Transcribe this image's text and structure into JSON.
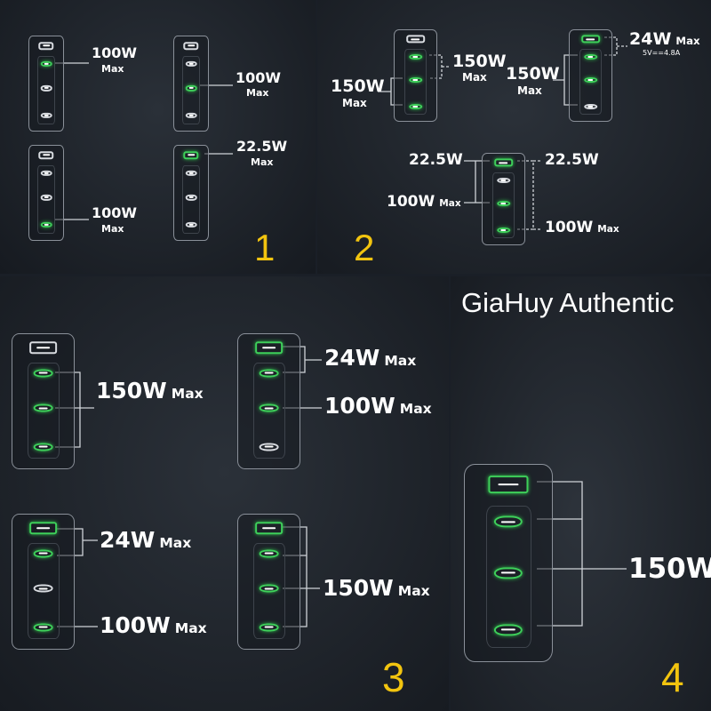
{
  "panels": {
    "p1": {
      "number": "1",
      "c1": {
        "ports": [
          false,
          true,
          false,
          false
        ],
        "label": "100W",
        "max": "Max"
      },
      "c2": {
        "ports": [
          false,
          false,
          true,
          false
        ],
        "label": "100W",
        "max": "Max"
      },
      "c3": {
        "ports": [
          false,
          false,
          false,
          true
        ],
        "label": "100W",
        "max": "Max"
      },
      "c4": {
        "ports": [
          true,
          false,
          false,
          false
        ],
        "label": "22.5W",
        "max": "Max"
      }
    },
    "p2": {
      "number": "2",
      "c1": {
        "ports": [
          false,
          true,
          true,
          true
        ],
        "label_right": "150W",
        "max_right": "Max",
        "label_left": "150W",
        "max_left": "Max"
      },
      "c2": {
        "ports": [
          true,
          true,
          true,
          false
        ],
        "label_top": "24W",
        "max_top": "Max",
        "sub_top": "5V==4.8A",
        "label_left": "150W",
        "max_left": "Max"
      },
      "c3": {
        "ports": [
          true,
          false,
          true,
          true
        ],
        "label_tl": "22.5W",
        "label_tr": "22.5W",
        "label_bl": "100W",
        "max_bl": "Max",
        "label_br": "100W",
        "max_br": "Max"
      }
    },
    "p3": {
      "number": "3",
      "c1": {
        "ports": [
          false,
          true,
          true,
          true
        ],
        "label": "150W",
        "max": "Max"
      },
      "c2": {
        "ports": [
          true,
          true,
          true,
          false
        ],
        "label_top": "24W",
        "max_top": "Max",
        "label_mid": "100W",
        "max_mid": "Max"
      },
      "c3": {
        "ports": [
          true,
          true,
          false,
          true
        ],
        "label_top": "24W",
        "max_top": "Max",
        "label_bot": "100W",
        "max_bot": "Max"
      },
      "c4": {
        "ports": [
          true,
          true,
          true,
          true
        ],
        "label": "150W",
        "max": "Max"
      }
    },
    "p4": {
      "number": "4",
      "watermark": "GiaHuy Authentic",
      "c1": {
        "ports": [
          true,
          true,
          true,
          true
        ],
        "label": "150W"
      }
    }
  },
  "colors": {
    "active_port": "#3ed05a",
    "number": "#f2c40f",
    "background": "#1a1f27"
  }
}
